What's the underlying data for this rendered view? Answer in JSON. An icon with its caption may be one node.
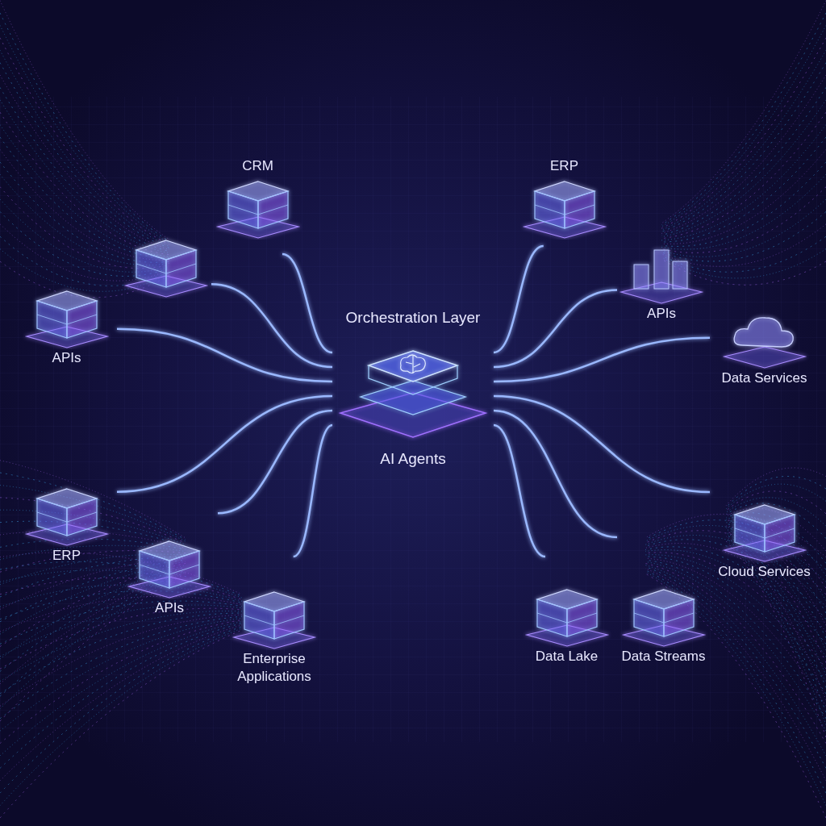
{
  "diagram": {
    "nodes": [
      {
        "text": [
          "Orchestration Layer",
          "AI Agents"
        ]
      },
      {
        "text": [
          "CRM"
        ]
      },
      {
        "text": [],
        "shape": "cube"
      },
      {
        "text": [
          "APIs"
        ]
      },
      {
        "text": [
          "ERP"
        ]
      },
      {
        "text": [
          "APIs"
        ]
      },
      {
        "text": [
          "Data Services"
        ]
      },
      {
        "text": [
          "ERP"
        ]
      },
      {
        "text": [
          "APIs"
        ]
      },
      {
        "text": [
          "Enterprise Applications"
        ]
      },
      {
        "text": [
          "Cloud Services"
        ]
      },
      {
        "text": [
          "Data Streams"
        ]
      },
      {
        "text": [
          "Data Lake"
        ]
      }
    ],
    "edges": [
      {
        "from": 0,
        "to": 1,
        "arrow": "none"
      },
      {
        "from": 0,
        "to": 2,
        "arrow": "none"
      },
      {
        "from": 0,
        "to": 3,
        "arrow": "none"
      },
      {
        "from": 0,
        "to": 4,
        "arrow": "none"
      },
      {
        "from": 0,
        "to": 5,
        "arrow": "none"
      },
      {
        "from": 0,
        "to": 6,
        "arrow": "none"
      },
      {
        "from": 0,
        "to": 7,
        "arrow": "none"
      },
      {
        "from": 0,
        "to": 8,
        "arrow": "none"
      },
      {
        "from": 0,
        "to": 9,
        "arrow": "none"
      },
      {
        "from": 0,
        "to": 10,
        "arrow": "none"
      },
      {
        "from": 0,
        "to": 11,
        "arrow": "none"
      },
      {
        "from": 0,
        "to": 12,
        "arrow": "none"
      }
    ]
  }
}
